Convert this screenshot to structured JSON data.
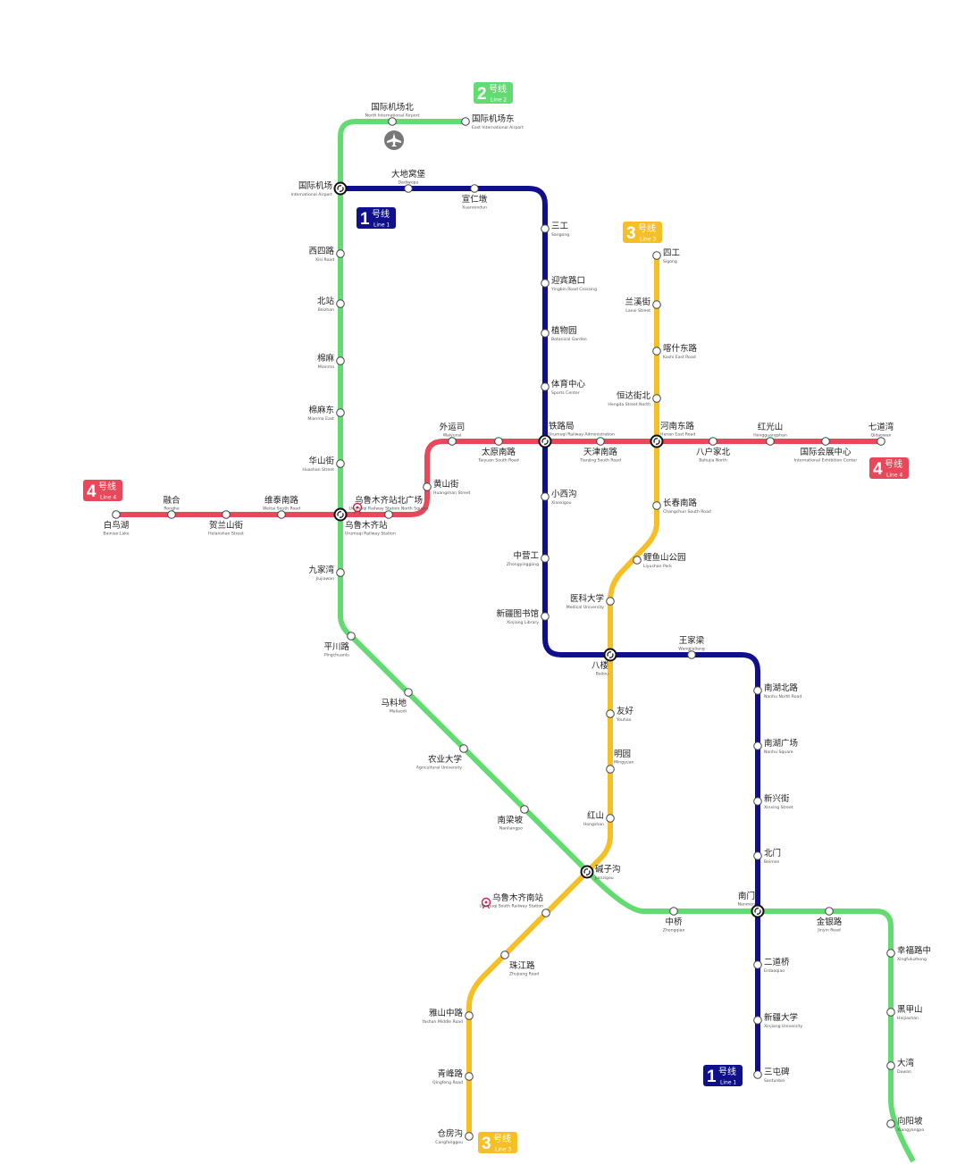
{
  "title": "Urumqi Metro Map",
  "colors": {
    "line1": "#10108c",
    "line2": "#62dc72",
    "line3": "#f6bf26",
    "line4": "#e8485a"
  },
  "badges": {
    "line1": {
      "num": "1",
      "cn": "号线",
      "en": "Line 1"
    },
    "line2": {
      "num": "2",
      "cn": "号线",
      "en": "Line 2"
    },
    "line3": {
      "num": "3",
      "cn": "号线",
      "en": "Line 3"
    },
    "line4": {
      "num": "4",
      "cn": "号线",
      "en": "Line 4"
    }
  },
  "stations": {
    "gjjcd": {
      "cn": "国际机场东",
      "en": "East International Airport"
    },
    "gjjcb": {
      "cn": "国际机场北",
      "en": "North International Airport"
    },
    "gjjc": {
      "cn": "国际机场",
      "en": "International Airport"
    },
    "xsl": {
      "cn": "西四路",
      "en": "Xisi Road"
    },
    "bz": {
      "cn": "北站",
      "en": "Beizhan"
    },
    "mm": {
      "cn": "棉麻",
      "en": "Mianma"
    },
    "mmd": {
      "cn": "棉麻东",
      "en": "Mianma East"
    },
    "hsj": {
      "cn": "华山街",
      "en": "Huashan Street"
    },
    "wlmqz": {
      "cn": "乌鲁木齐站",
      "en": "Urumuqi Railway Station"
    },
    "jjw": {
      "cn": "九家湾",
      "en": "Jiujiawan"
    },
    "pcl": {
      "cn": "平川路",
      "en": "Pingchuanlu"
    },
    "mld": {
      "cn": "马料地",
      "en": "Maliaodi"
    },
    "nydx": {
      "cn": "农业大学",
      "en": "Agricultural University"
    },
    "nlp": {
      "cn": "南梁坡",
      "en": "Nanliangpo"
    },
    "jzg": {
      "cn": "碱子沟",
      "en": "Jianzigou"
    },
    "zq": {
      "cn": "中桥",
      "en": "Zhongqiao"
    },
    "nm": {
      "cn": "南门",
      "en": "Nanmen"
    },
    "jyl": {
      "cn": "金银路",
      "en": "Jinyin Road"
    },
    "xflz": {
      "cn": "幸福路中",
      "en": "Xingfuluzhong"
    },
    "hjs": {
      "cn": "黑甲山",
      "en": "Heijiashan"
    },
    "dw": {
      "cn": "大湾",
      "en": "Dawan"
    },
    "xyp": {
      "cn": "向阳坡",
      "en": "Xiangyangpo"
    },
    "ddwb": {
      "cn": "大地窝堡",
      "en": "Dadiwopu"
    },
    "xrd": {
      "cn": "宣仁墩",
      "en": "Xuanrendun"
    },
    "sg": {
      "cn": "三工",
      "en": "Sangong"
    },
    "ybLk": {
      "cn": "迎宾路口",
      "en": "Yingbin Road Crossing"
    },
    "zwy": {
      "cn": "植物园",
      "en": "Botanical Garden"
    },
    "tyzx": {
      "cn": "体育中心",
      "en": "Sports Center"
    },
    "tlj": {
      "cn": "铁路局",
      "en": "Urumuqi Railway Administration"
    },
    "xxg": {
      "cn": "小西沟",
      "en": "Xiaoxigou"
    },
    "zyg": {
      "cn": "中营工",
      "en": "Zhongyinggong"
    },
    "xjtsg": {
      "cn": "新疆图书馆",
      "en": "Xinjiang Library"
    },
    "bl": {
      "cn": "八楼",
      "en": "Bailou"
    },
    "wjl": {
      "cn": "王家梁",
      "en": "Wangjialiang"
    },
    "nhbl": {
      "cn": "南湖北路",
      "en": "Nanhu North Road"
    },
    "nhgc": {
      "cn": "南湖广场",
      "en": "Nanhu Square"
    },
    "xxj": {
      "cn": "新兴街",
      "en": "Xinxing Street"
    },
    "bm": {
      "cn": "北门",
      "en": "Beimen"
    },
    "edq": {
      "cn": "二道桥",
      "en": "Erdaoqiao"
    },
    "xjdx": {
      "cn": "新疆大学",
      "en": "Xinjiang University"
    },
    "stb": {
      "cn": "三屯碑",
      "en": "Santunbei"
    },
    "sig": {
      "cn": "四工",
      "en": "Sigong"
    },
    "lxj": {
      "cn": "兰溪街",
      "en": "Lanxi Street"
    },
    "ksdl": {
      "cn": "喀什东路",
      "en": "Kashi East Road"
    },
    "hdjb": {
      "cn": "恒达街北",
      "en": "Hengda Street North"
    },
    "hndl": {
      "cn": "河南东路",
      "en": "Henan East Road"
    },
    "ccnl": {
      "cn": "长春南路",
      "en": "Changchun South Road"
    },
    "lysgy": {
      "cn": "鲤鱼山公园",
      "en": "Liyushan Park"
    },
    "ykdx": {
      "cn": "医科大学",
      "en": "Medical University"
    },
    "yh": {
      "cn": "友好",
      "en": "Youhao"
    },
    "my": {
      "cn": "明园",
      "en": "Mingyuan"
    },
    "hs": {
      "cn": "红山",
      "en": "Hongshan"
    },
    "wlmqnz": {
      "cn": "乌鲁木齐南站",
      "en": "Urumuqi South Railway Station"
    },
    "zjl": {
      "cn": "珠江路",
      "en": "Zhujiang Road"
    },
    "yszl": {
      "cn": "雅山中路",
      "en": "Yashan Middle Road"
    },
    "qfl": {
      "cn": "青峰路",
      "en": "Qingfeng Road"
    },
    "cfg": {
      "cn": "仓房沟",
      "en": "Cangfanggou"
    },
    "bnh": {
      "cn": "白鸟湖",
      "en": "Bainiao Lake"
    },
    "rh": {
      "cn": "融合",
      "en": "Ronghe"
    },
    "hlsj": {
      "cn": "贺兰山街",
      "en": "Helanshan Street"
    },
    "wtnl": {
      "cn": "维泰南路",
      "en": "Weitai South Road"
    },
    "wlmqzbgc": {
      "cn": "乌鲁木齐站北广场",
      "en": "Urumuqi Railway Station North Square"
    },
    "hsj2": {
      "cn": "黄山街",
      "en": "Huangshan Street"
    },
    "wys": {
      "cn": "外运司",
      "en": "Waiyunsi"
    },
    "tynl": {
      "cn": "太原南路",
      "en": "Taiyuan South Road"
    },
    "tjnl": {
      "cn": "天津南路",
      "en": "Tianjing South Road"
    },
    "bhjb": {
      "cn": "八户家北",
      "en": "Bahujia North"
    },
    "hgs": {
      "cn": "红光山",
      "en": "Hongguangshan"
    },
    "gjhzzx": {
      "cn": "国际会展中心",
      "en": "International Exhibition Center"
    },
    "qdw": {
      "cn": "七道湾",
      "en": "Qidaowan"
    }
  }
}
